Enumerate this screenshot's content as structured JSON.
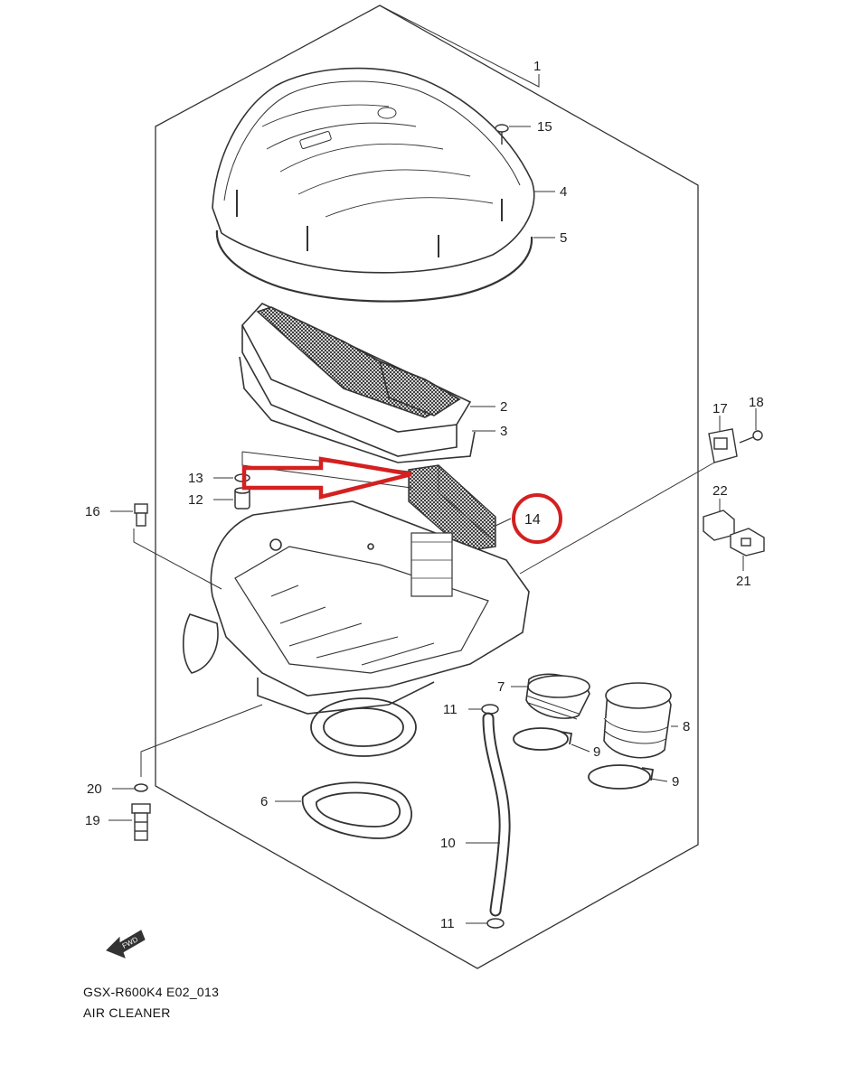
{
  "callouts": {
    "c1": "1",
    "c2": "2",
    "c3": "3",
    "c4": "4",
    "c5": "5",
    "c6": "6",
    "c7": "7",
    "c8": "8",
    "c9a": "9",
    "c9b": "9",
    "c10": "10",
    "c11a": "11",
    "c11b": "11",
    "c12": "12",
    "c13": "13",
    "c14": "14",
    "c15": "15",
    "c16": "16",
    "c17": "17",
    "c18": "18",
    "c19": "19",
    "c20": "20",
    "c21": "21",
    "c22": "22"
  },
  "fwd_label": "FWD",
  "footer": {
    "code": "GSX-R600K4 E02_013",
    "title": "AIR CLEANER"
  },
  "colors": {
    "line": "#333333",
    "highlight": "#d42020"
  }
}
